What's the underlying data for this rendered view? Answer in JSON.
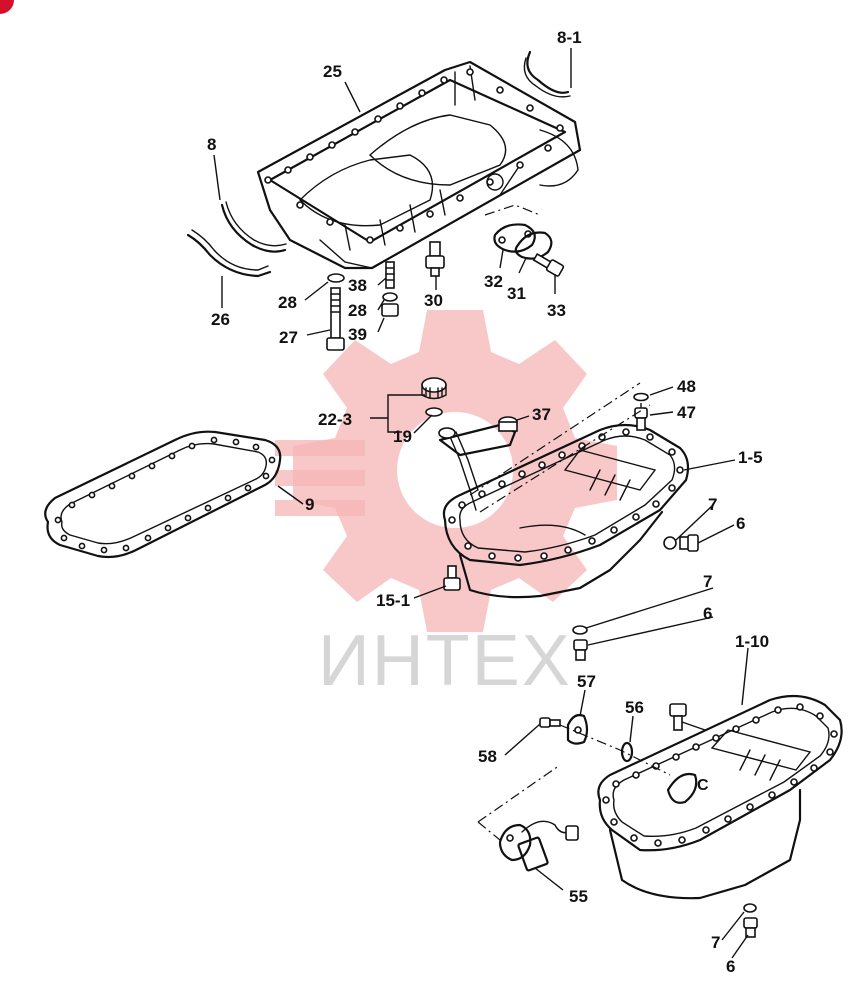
{
  "watermark": {
    "text": "ИНТЕХ",
    "color": "#f6b6b6"
  },
  "labels": {
    "l8_1": "8-1",
    "l25": "25",
    "l8": "8",
    "l26": "26",
    "l28a": "28",
    "l38": "38",
    "l28b": "28",
    "l39": "39",
    "l27": "27",
    "l30": "30",
    "l32": "32",
    "l31": "31",
    "l33": "33",
    "l22_3": "22-3",
    "l19": "19",
    "l37": "37",
    "l48": "48",
    "l47": "47",
    "l1_5": "1-5",
    "l9": "9",
    "l7a": "7",
    "l6a": "6",
    "l15_1": "15-1",
    "l7b": "7",
    "l6b": "6",
    "l57": "57",
    "l56": "56",
    "l1_10": "1-10",
    "l58": "58",
    "l55": "55",
    "l7c": "7",
    "l6c": "6"
  }
}
